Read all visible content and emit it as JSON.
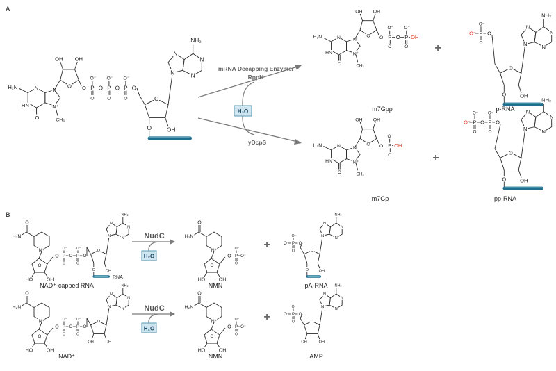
{
  "panels": {
    "a": "A",
    "b": "B"
  },
  "panel_a": {
    "upper_enzyme_line1": "mRNA Decapping Enzyme/",
    "upper_enzyme_line2": "RppH",
    "lower_enzyme": "yDcpS",
    "water": "H₂O",
    "plus": "+",
    "products": {
      "m7gpp": "m7Gpp",
      "p_rna": "p-RNA",
      "m7gp": "m7Gp",
      "pp_rna": "pp-RNA"
    }
  },
  "panel_b": {
    "rows": [
      {
        "reactant": "NAD⁺-capped RNA",
        "enzyme": "NudC",
        "water": "H₂O",
        "product1": "NMN",
        "product2": "pA-RNA",
        "rna_tag": "RNA",
        "plus": "+"
      },
      {
        "reactant": "NAD⁺",
        "enzyme": "NudC",
        "water": "H₂O",
        "product1": "NMN",
        "product2": "AMP",
        "plus": "+"
      }
    ]
  },
  "atom_labels": {
    "h2n": "H₂N",
    "nh2": "NH₂",
    "n": "N",
    "n_plus": "N⁺",
    "hn": "HN",
    "o": "O",
    "o_minus": "O⁻",
    "oh": "OH",
    "ho": "HO",
    "p": "P",
    "ch3": "CH₃"
  },
  "colors": {
    "bond": "#2a2a2a",
    "arrow": "#7a7a7a",
    "released_group": "#e0402a",
    "rna_bar": "#1e6f8e",
    "water_box_fill": "#cfe6f1",
    "water_box_stroke": "#5a9ab5"
  }
}
